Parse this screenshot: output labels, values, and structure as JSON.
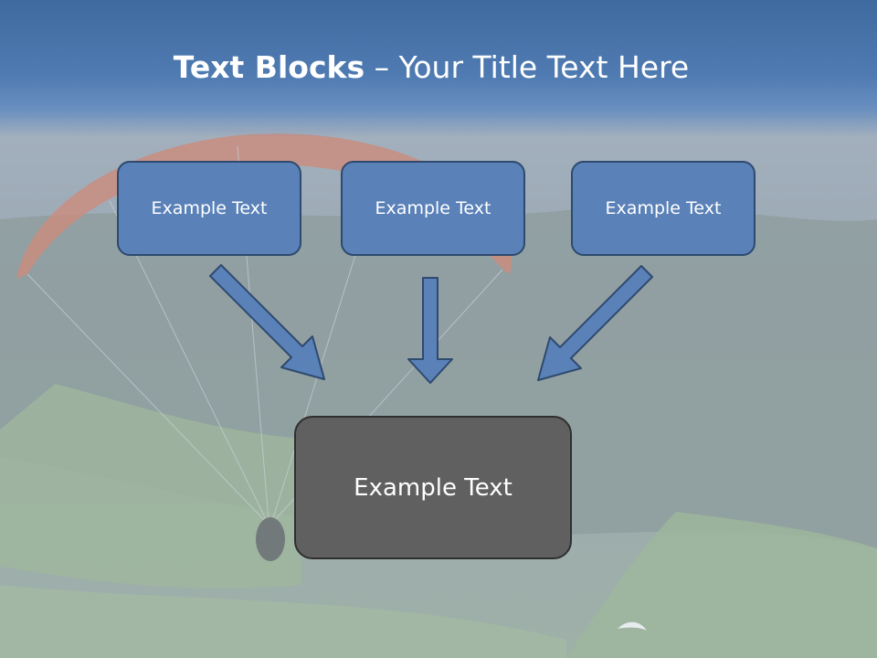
{
  "title": {
    "bold": "Text Blocks",
    "separator": " – ",
    "rest": "Your Title Text Here"
  },
  "blocks": [
    {
      "label": "Example Text"
    },
    {
      "label": "Example Text"
    },
    {
      "label": "Example Text"
    }
  ],
  "target": {
    "label": "Example Text"
  },
  "colors": {
    "title_band": "#4f7bb2",
    "block_fill": "#5a81b8",
    "block_border": "#2e4a6e",
    "arrow_fill": "#5a81b8",
    "target_fill": "#606060",
    "target_border": "#2f2f2f"
  }
}
